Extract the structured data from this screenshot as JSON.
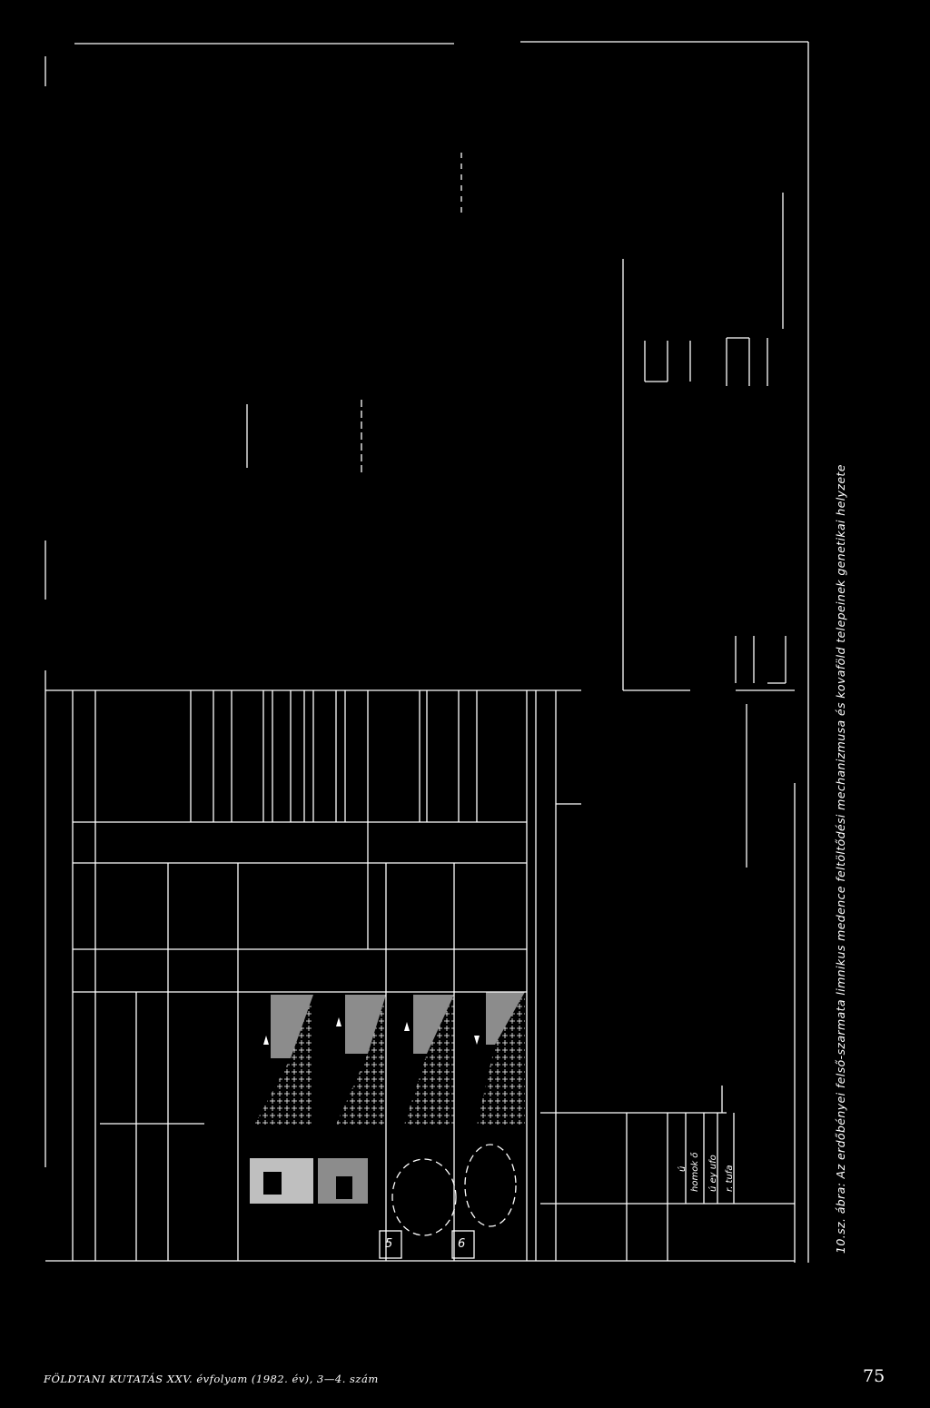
{
  "caption": "10.sz. ábra: Az erdőbényei felső-szarmata limnikus medence feltöltődési mechanizmusa és kovaföld telepeinek genetikai helyzete",
  "legend": {
    "items": [
      "ú",
      "homok ő",
      "ú ey ufo",
      "r. tufa"
    ]
  },
  "section_numbers": [
    "5",
    "6"
  ],
  "footer": "FÖLDTANI KUTATÁS XXV. évfolyam (1982. év), 3—4. szám",
  "page_number": "75",
  "colors": {
    "background": "#000000",
    "foreground": "#ffffff"
  }
}
